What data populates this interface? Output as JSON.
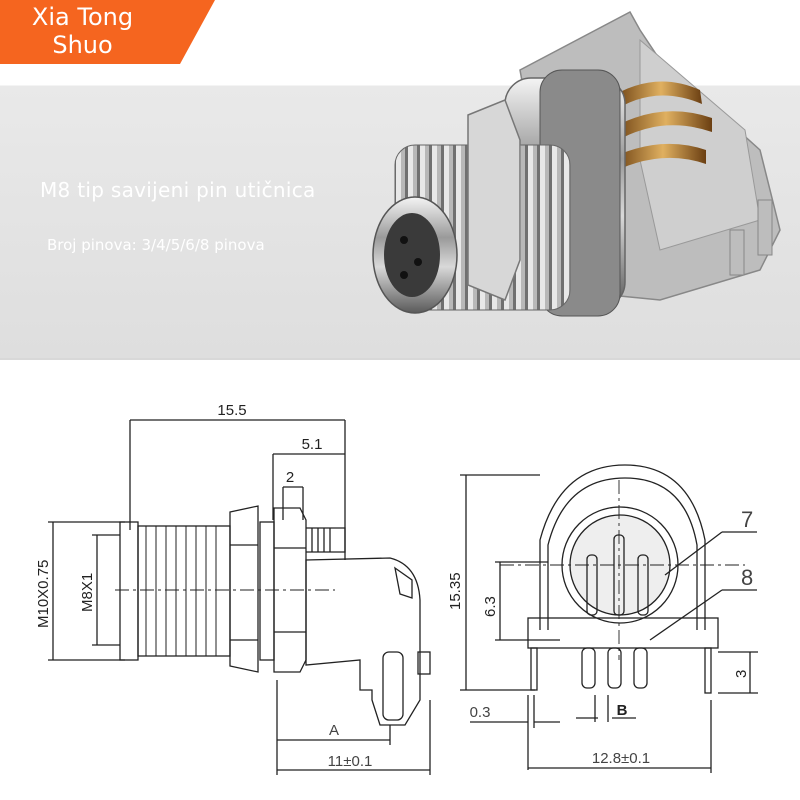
{
  "brand": {
    "line1": "Xia Tong",
    "line2": "Shuo",
    "color": "#f5651f"
  },
  "product": {
    "title": "M8 tip savijeni pin utičnica",
    "subtitle": "Broj pinova: 3/4/5/6/8 pinova"
  },
  "dimensions": {
    "overall_length": "15.5",
    "rear_length": "5.1",
    "nut_width": "2",
    "thread_outer": "M10X0.75",
    "thread_inner": "M8X1",
    "label_a": "A",
    "depth": "11±0.1",
    "height": "15.35",
    "pin_height": "6.3",
    "callout_7": "7",
    "callout_8": "8",
    "pin_leg": "3",
    "plate": "0.3",
    "label_b": "B",
    "width": "12.8±0.1"
  }
}
